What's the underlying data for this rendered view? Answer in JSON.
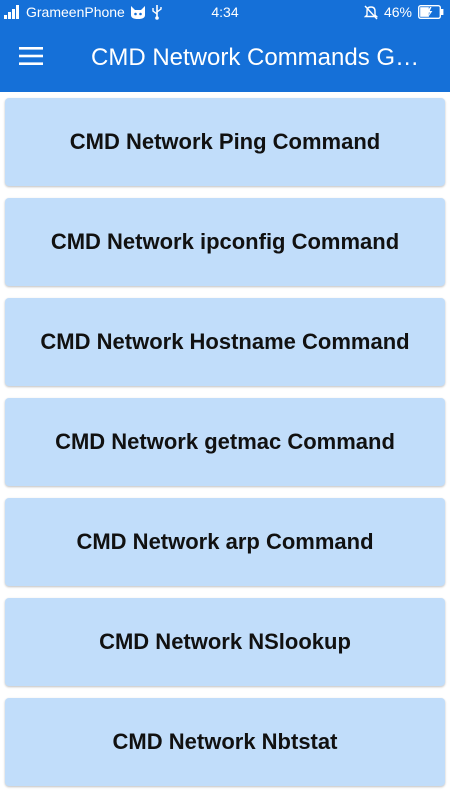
{
  "status_bar": {
    "carrier": "GrameenPhone",
    "time": "4:34",
    "battery": "46%",
    "battery_level": 0.46,
    "icons": [
      "signal-icon",
      "cat-notification-icon",
      "usb-icon",
      "mute-icon",
      "battery-charging-icon"
    ]
  },
  "app_bar": {
    "title": "CMD Network Commands Guide",
    "menu_icon": "hamburger-menu-icon"
  },
  "colors": {
    "primary": "#1570d8",
    "card_background": "#c1ddfa",
    "card_text": "#111111"
  },
  "commands": [
    {
      "label": "CMD Network Ping Command"
    },
    {
      "label": "CMD Network ipconfig Command"
    },
    {
      "label": "CMD Network Hostname Command"
    },
    {
      "label": "CMD Network getmac Command"
    },
    {
      "label": "CMD Network arp Command"
    },
    {
      "label": "CMD Network NSlookup"
    },
    {
      "label": "CMD Network Nbtstat"
    }
  ]
}
